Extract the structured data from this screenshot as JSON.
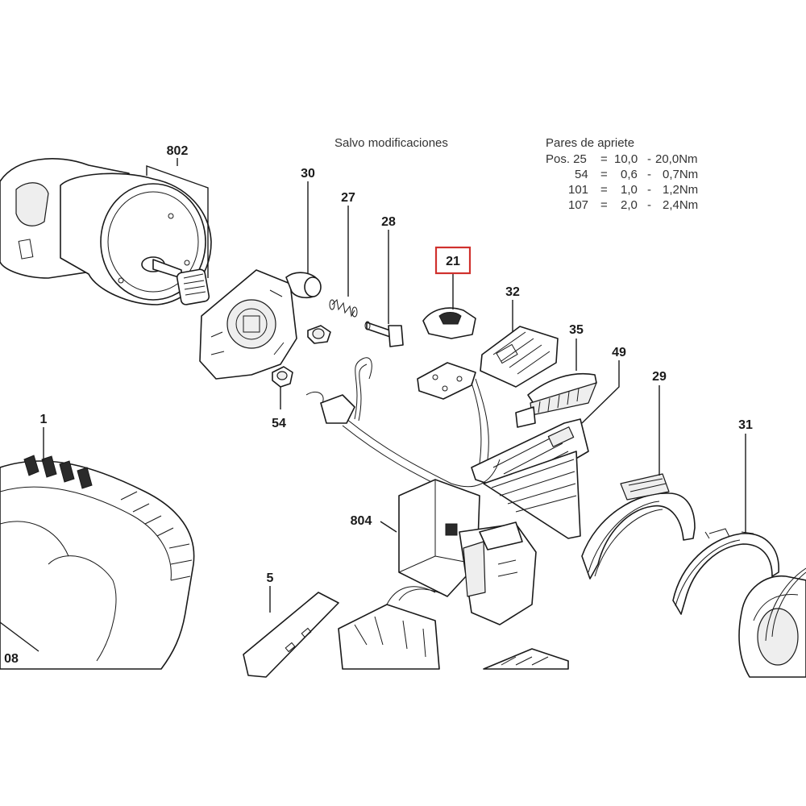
{
  "header": {
    "note": "Salvo modificaciones",
    "torque_title": "Pares de apriete",
    "torque_rows": [
      {
        "pos": "Pos. 25",
        "eq": "=",
        "min": "10,0",
        "dash": "-",
        "max": "20,0Nm"
      },
      {
        "pos": "54",
        "eq": "=",
        "min": "0,6",
        "dash": "-",
        "max": "0,7Nm"
      },
      {
        "pos": "101",
        "eq": "=",
        "min": "1,0",
        "dash": "-",
        "max": "1,2Nm"
      },
      {
        "pos": "107",
        "eq": "=",
        "min": "2,0",
        "dash": "-",
        "max": "2,4Nm"
      }
    ]
  },
  "parts": {
    "p802": "802",
    "p30": "30",
    "p27": "27",
    "p28": "28",
    "p21": "21",
    "p32": "32",
    "p35": "35",
    "p49": "49",
    "p29": "29",
    "p31": "31",
    "p54": "54",
    "p1": "1",
    "p804": "804",
    "p5": "5",
    "p08": "08"
  },
  "highlight": {
    "part": "21",
    "color": "#d0312d"
  }
}
